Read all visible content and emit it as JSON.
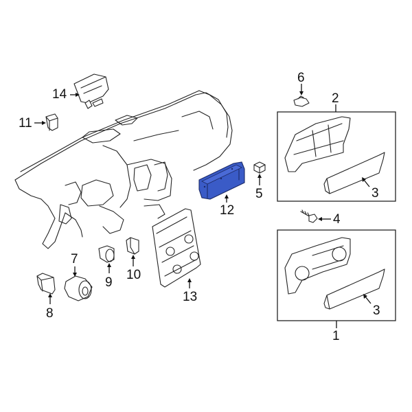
{
  "diagram": {
    "type": "exploded-parts-diagram",
    "highlight_color": "#3A5BC7",
    "line_color": "#222222",
    "background": "#ffffff",
    "highlighted_part": "12"
  },
  "callouts": [
    {
      "number": "1",
      "part": "instrument-cluster-assembly-lower"
    },
    {
      "number": "2",
      "part": "instrument-cluster-assembly-upper"
    },
    {
      "number": "3",
      "part": "cluster-lens"
    },
    {
      "number": "3",
      "part": "cluster-lens-lower"
    },
    {
      "number": "4",
      "part": "screw"
    },
    {
      "number": "5",
      "part": "small-clip"
    },
    {
      "number": "6",
      "part": "bulb-socket"
    },
    {
      "number": "7",
      "part": "ignition-switch"
    },
    {
      "number": "8",
      "part": "module-connector"
    },
    {
      "number": "9",
      "part": "push-button-switch"
    },
    {
      "number": "10",
      "part": "sensor"
    },
    {
      "number": "11",
      "part": "sensor-clip"
    },
    {
      "number": "12",
      "part": "control-module"
    },
    {
      "number": "13",
      "part": "climate-control-panel"
    },
    {
      "number": "14",
      "part": "glove-box-latch"
    }
  ],
  "labels": {
    "c1": "1",
    "c2": "2",
    "c3a": "3",
    "c3b": "3",
    "c4": "4",
    "c5": "5",
    "c6": "6",
    "c7": "7",
    "c8": "8",
    "c9": "9",
    "c10": "10",
    "c11": "11",
    "c12": "12",
    "c13": "13",
    "c14": "14"
  }
}
